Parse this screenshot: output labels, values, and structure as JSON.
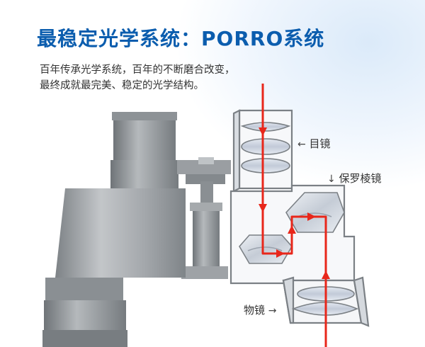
{
  "header": {
    "title": "最稳定光学系统：PORRO系统",
    "subtitle_lines": [
      "百年传承光学系统，百年的不断磨合改变，",
      "最终成就最完美、稳定的光学结构。"
    ]
  },
  "labels": {
    "eyepiece": "目镜",
    "prism": "保罗棱镜",
    "objective": "物镜"
  },
  "icons": {
    "eyepiece_arrow": "arrow-left",
    "prism_arrow": "arrow-down",
    "objective_arrow": "arrow-right"
  },
  "colors": {
    "title": "#0b5dae",
    "light_path": "#e8271b",
    "body_gray": "#a9adb1",
    "lens_blue": "#c7cfdc"
  }
}
